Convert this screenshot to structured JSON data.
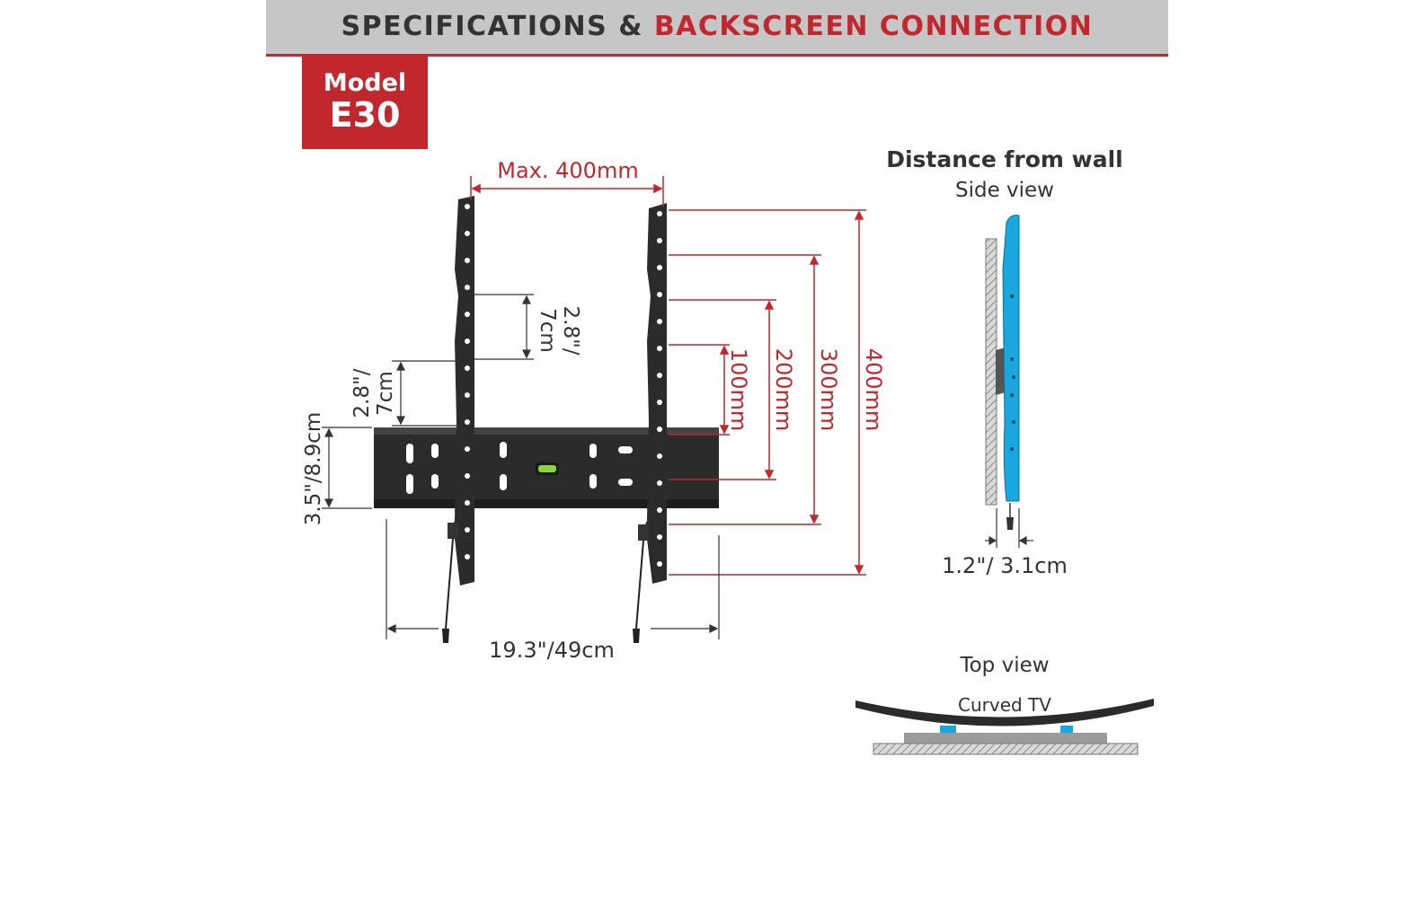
{
  "header": {
    "title_main": "SPECIFICATIONS & ",
    "title_accent": "BACKSCREEN CONNECTION"
  },
  "model_badge": {
    "label": "Model",
    "code": "E30"
  },
  "front_view": {
    "max_width_label": "Max. 400mm",
    "vesa_heights": [
      "100mm",
      "200mm",
      "300mm",
      "400mm"
    ],
    "hole_pitch_label_right": [
      "2.8\"/",
      "7cm"
    ],
    "hole_pitch_label_left": [
      "2.8\"/",
      "7cm"
    ],
    "plate_height_label": "3.5\"/8.9cm",
    "width_label": "19.3\"/49cm"
  },
  "side_view": {
    "title": "Distance from wall",
    "subtitle": "Side view",
    "distance_label": "1.2\"/ 3.1cm"
  },
  "top_view": {
    "title": "Top view",
    "caption": "Curved TV"
  },
  "colors": {
    "accent": "#c1272d",
    "header_bg": "#c6c6c6",
    "mount": "#2b2b2b",
    "tv_blue": "#1aa7e0"
  }
}
